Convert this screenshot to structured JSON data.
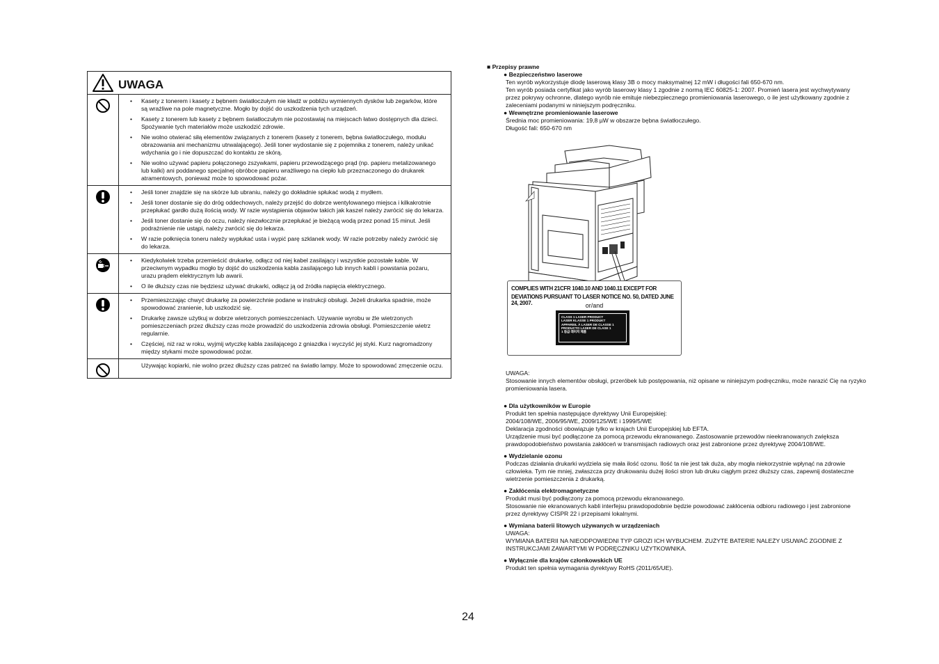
{
  "warning": {
    "title": "UWAGA",
    "sections": [
      {
        "icon": "prohibition-icon",
        "items": [
          "Kasety z tonerem i kasety z bębnem światłoczułym nie kładź w pobliżu wymiennych dysków lub zegarków, które są wrażliwe na pole magnetyczne. Mogło by dojść do uszkodzenia tych urządzeń.",
          "Kasety z tonerem lub kasety z bębnem światłoczułym nie pozostawiaj na miejscach łatwo dostępnych dla dzieci. Spożywanie tych materiałów może uszkodzić zdrowie.",
          "Nie wolno otwierać siłą elementów związanych z tonerem (kasety z tonerem, bębna światłoczułego, modułu obrazowania ani mechanizmu utrwalającego). Jeśli toner wydostanie się z pojemnika z tonerem, należy unikać wdychania go i nie dopuszczać do kontaktu ze skórą.",
          "Nie wolno używać papieru połączonego zszywkami, papieru przewodzącego prąd (np. papieru metalizowanego lub kalki) ani poddanego specjalnej obróbce papieru wrażliwego na ciepło lub przeznaczonego do drukarek atramentowych, ponieważ może to spowodować pożar."
        ]
      },
      {
        "icon": "exclamation-icon",
        "items": [
          "Jeśli toner znajdzie się na skórze lub ubraniu, należy go dokładnie spłukać wodą z mydłem.",
          "Jeśli toner dostanie się do dróg oddechowych, należy przejść do dobrze wentylowanego miejsca i kilkakrotnie przepłukać gardło dużą ilością wody. W razie wystąpienia objawów takich jak kaszel należy zwrócić się do lekarza.",
          "Jeśli toner dostanie się do oczu, należy niezwłocznie przepłukać je bieżącą wodą przez ponad 15 minut. Jeśli podrażnienie nie ustąpi, należy zwrócić się do lekarza.",
          "W razie połknięcia toneru należy wypłukać usta i wypić parę szklanek wody. W razie potrzeby należy zwrócić się do lekarza."
        ]
      },
      {
        "icon": "unplug-icon",
        "items": [
          "Kiedykolwiek trzeba przemieścić drukarkę, odłącz od niej kabel zasilający i wszystkie pozostałe kable. W przeciwnym wypadku mogło by dojść do uszkodzenia kabla zasilającego lub innych kabli i powstania pożaru, urazu prądem elektrycznym lub awarii.",
          "O ile dłuższy czas nie będziesz używać drukarki, odłącz ją od źródła napięcia elektrycznego."
        ]
      },
      {
        "icon": "exclamation-icon",
        "items": [
          "Przemieszczając chwyć drukarkę za powierzchnie podane w instrukcji obsługi. Jeżeli drukarka spadnie, może spowodować zranienie, lub uszkodzić się.",
          "Drukarkę zawsze użytkuj w dobrze wietrzonych pomieszczeniach. Używanie wyrobu w źle wietrzonych pomieszczeniach przez dłuższy czas może prowadzić do uszkodzenia zdrowia obsługi. Pomieszczenie wietrz regularnie.",
          "Częściej, niż raz w roku, wyjmij wtyczkę kabla zasilającego z gniazdka i wyczyść jej styki. Kurz nagromadzony między stykami może spowodować pożar."
        ]
      },
      {
        "icon": "prohibition-icon",
        "text": "Używając kopiarki, nie wolno przez dłuższy czas patrzeć na światło lampy. Może to spowodować zmęczenie oczu."
      }
    ]
  },
  "regulations": {
    "title": "■ Przepisy prawne",
    "laser_safety_title": "● Bezpieczeństwo laserowe",
    "laser_safety_text": "Ten wyrób wykorzystuje diodę laserową klasy 3B o mocy maksymalnej 12 mW i długości fali 650-670 nm.\nTen wyrób posiada certyfikat jako wyrób laserowy klasy 1 zgodnie z normą IEC 60825-1: 2007. Promień lasera jest wychwytywany przez pokrywy ochronne, dlatego wyrób nie emituje niebezpiecznego promieniowania laserowego, o ile jest użytkowany zgodnie z zaleceniami podanymi w niniejszym podręczniku.",
    "internal_radiation_title": "● Wewnętrzne promieniowanie laserowe",
    "internal_radiation_text": "Średnia moc promieniowania: 19,8 µW w obszarze bębna światłoczułego.\nDługość fali: 650-670 nm",
    "label_line1": "COMPLIES WITH 21CFR 1040.10 AND 1040.11 EXCEPT FOR",
    "label_line2": "DEVIATIONS PURSUANT TO LASER NOTICE NO. 50, DATED JUNE 24, 2007.",
    "label_orand": "or/and",
    "label_tag": [
      "CLASS 1 LASER PRODUCT",
      "LASER KLASSE 1 PRODUKT",
      "APPAREIL À LASER DE CLASSE 1",
      "PRODUCTO LASER DE CLASE 1",
      "1 등급 레이저 제품"
    ],
    "caution_label": "UWAGA:",
    "caution_text": "Stosowanie innych elementów obsługi, przeróbek lub postępowania, niż opisane w niniejszym podręczniku, może narazić Cię na ryzyko promieniowania lasera.",
    "eu_users_title": "● Dla użytkowników w Europie",
    "eu_users_text": "Produkt ten spełnia następujące dyrektywy Unii Europejskiej:\n2004/108/WE, 2006/95/WE, 2009/125/WE i 1999/5/WE\nDeklaracja zgodności obowiązuje tylko w krajach Unii Europejskiej lub EFTA.\nUrządzenie musi być podłączone za pomocą przewodu ekranowanego. Zastosowanie przewodów nieekranowanych zwiększa prawdopodobieństwo powstania zakłóceń w transmisjach radiowych oraz jest zabronione przez dyrektywę 2004/108/WE.",
    "ozone_title": "● Wydzielanie ozonu",
    "ozone_text": "Podczas działania drukarki wydziela się mała ilość ozonu. Ilość ta nie jest tak duża, aby mogła niekorzystnie wpłynąć na zdrowie człowieka. Tym nie mniej, zwłaszcza przy drukowaniu dużej ilości stron lub druku ciągłym przez dłuższy czas, zapewnij dostateczne wietrzenie pomieszczenia z drukarką.",
    "emc_title": "● Zakłócenia elektromagnetyczne",
    "emc_text": "Produkt musi być podłączony za pomocą przewodu ekranowanego.\nStosowanie nie ekranowanych kabli interfejsu prawdopodobnie będzie powodować zakłócenia odbioru radiowego i jest zabronione przez dyrektywy CISPR 22 i przepisami lokalnymi.",
    "battery_title": "● Wymiana baterii litowych używanych w urządzeniach",
    "battery_text": "UWAGA:\nWYMIANA BATERII NA NIEODPOWIEDNI TYP GROZI ICH WYBUCHEM. ZUŻYTE BATERIE NALEŻY USUWAĆ ZGODNIE Z INSTRUKCJAMI ZAWARTYMI W PODRĘCZNIKU UŻYTKOWNIKA.",
    "switch_title": "● Wyłącznie dla krajów członkowskich UE",
    "switch_text": "Produkt ten spełnia wymagania dyrektywy RoHS (2011/65/UE)."
  },
  "page_number": "24"
}
